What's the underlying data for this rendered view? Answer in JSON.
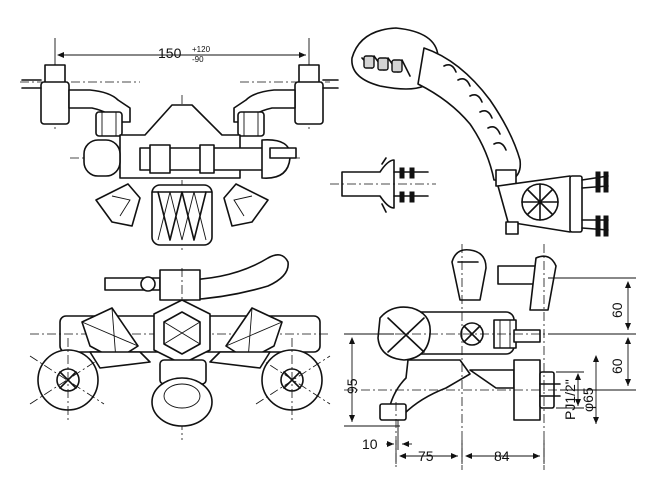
{
  "dimensions": {
    "top_width": "150",
    "tol_plus": "+120",
    "tol_minus": "-90",
    "right_upper": "60",
    "right_lower": "60",
    "height": "95",
    "spout_offset": "10",
    "spout_reach": "75",
    "wall_depth": "84",
    "thread": "PJ1/2\"",
    "escutcheon": "φ65"
  }
}
